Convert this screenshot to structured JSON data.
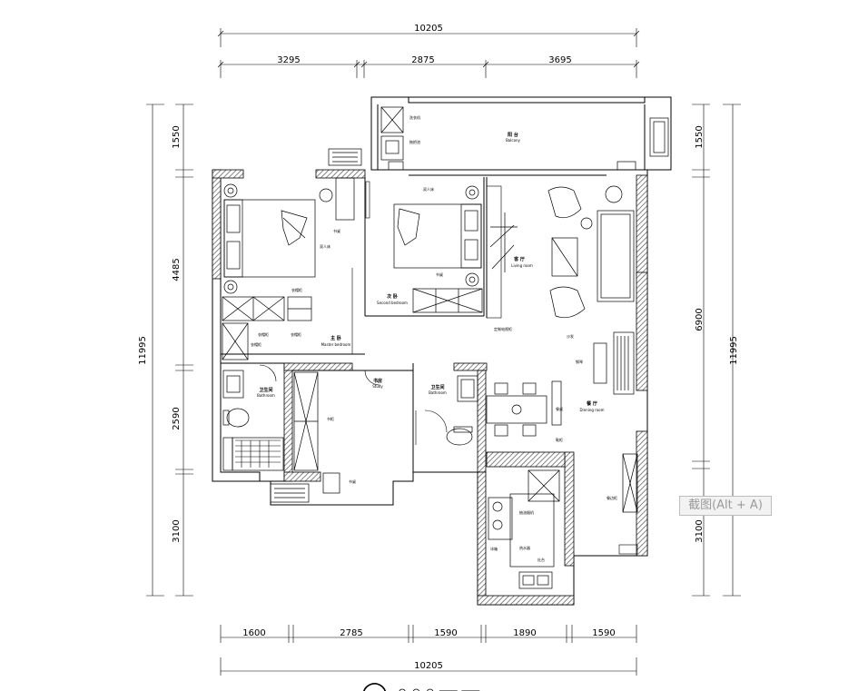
{
  "dimensions": {
    "top_total": "10205",
    "top_segments": [
      "3295",
      "2875",
      "3695"
    ],
    "bottom_segments": [
      "1600",
      "2785",
      "1590",
      "1890",
      "1590"
    ],
    "bottom_total": "10205",
    "left_segments": [
      "1550",
      "4485",
      "2590",
      "3100"
    ],
    "left_total": "11995",
    "right_segments": [
      "1550",
      "6900",
      "3100"
    ],
    "right_total": "11995"
  },
  "rooms": {
    "balcony": "阳 台",
    "balcony_en": "Balcony",
    "living": "客 厅",
    "living_en": "Living room",
    "dining": "餐 厅",
    "dining_en": "Dinning room",
    "second_bedroom": "次 卧",
    "second_bedroom_en": "Second bedroom",
    "master_bedroom": "主 卧",
    "master_bedroom_en": "Master bedroom",
    "study": "书房",
    "study_en": "Study",
    "bathroom_main": "卫生间",
    "bathroom_main_en": "Bathroom",
    "bathroom_2": "卫生间",
    "bathroom_2_en": "Bathroom"
  },
  "labels": {
    "washer": "洗衣机",
    "sink_basin": "拖把池",
    "double_bed_1": "双人床",
    "double_bed_2": "双人床",
    "desk": "书桌",
    "wardrobe_1": "衣柜",
    "tv_cabinet": "定制电视柜",
    "sofa": "沙发",
    "piano": "钢琴",
    "dining_table": "餐桌",
    "wardrobe_a": "衣帽柜",
    "wardrobe_b": "衣帽柜",
    "wardrobe_c": "衣帽柜",
    "wardrobe_d": "衣帽柜",
    "bookcase": "书柜",
    "fridge": "冰箱",
    "range_hood": "抽油烟机",
    "water_heater": "热水器",
    "stove": "灶台",
    "shoe_cabinet": "鞋柜",
    "side_cabinet": "餐边柜"
  },
  "tooltip": "截图(Alt + A)",
  "title_partial": "◯ ◦◦◦▭▭"
}
